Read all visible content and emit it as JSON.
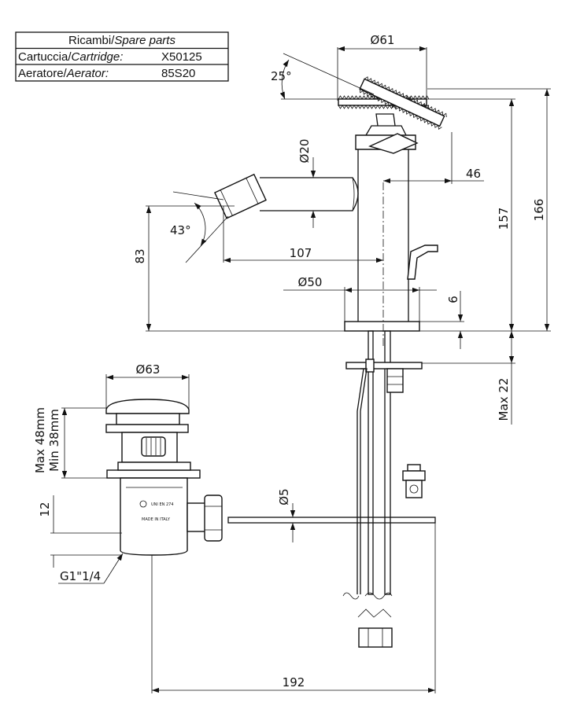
{
  "spare_parts_table": {
    "header_main": "Ricambi/",
    "header_italic": "Spare parts",
    "rows": [
      {
        "label_main": "Cartuccia/",
        "label_italic": "Cartridge:",
        "code": "X50125"
      },
      {
        "label_main": "Aeratore/",
        "label_italic": "Aerator:",
        "code": "85S20"
      }
    ]
  },
  "dimensions": {
    "top_diameter": "Ø61",
    "handle_angle": "25°",
    "spout_diameter": "Ø20",
    "handle_offset": "46",
    "spout_angle": "43°",
    "spout_height": "83",
    "spout_reach": "107",
    "base_diameter": "Ø50",
    "base_thickness": "6",
    "total_height": "157",
    "overall_height": "166",
    "max_deck": "Max 22",
    "waste_cap_diameter": "Ø63",
    "waste_max": "Max 48mm",
    "waste_min": "Min 38mm",
    "rod_diameter": "Ø5",
    "waste_body": "12",
    "thread": "G1\"1/4",
    "rod_length": "192"
  },
  "waste_markings": {
    "line1": "UNI EN 274",
    "line2": "MADE IN ITALY"
  }
}
